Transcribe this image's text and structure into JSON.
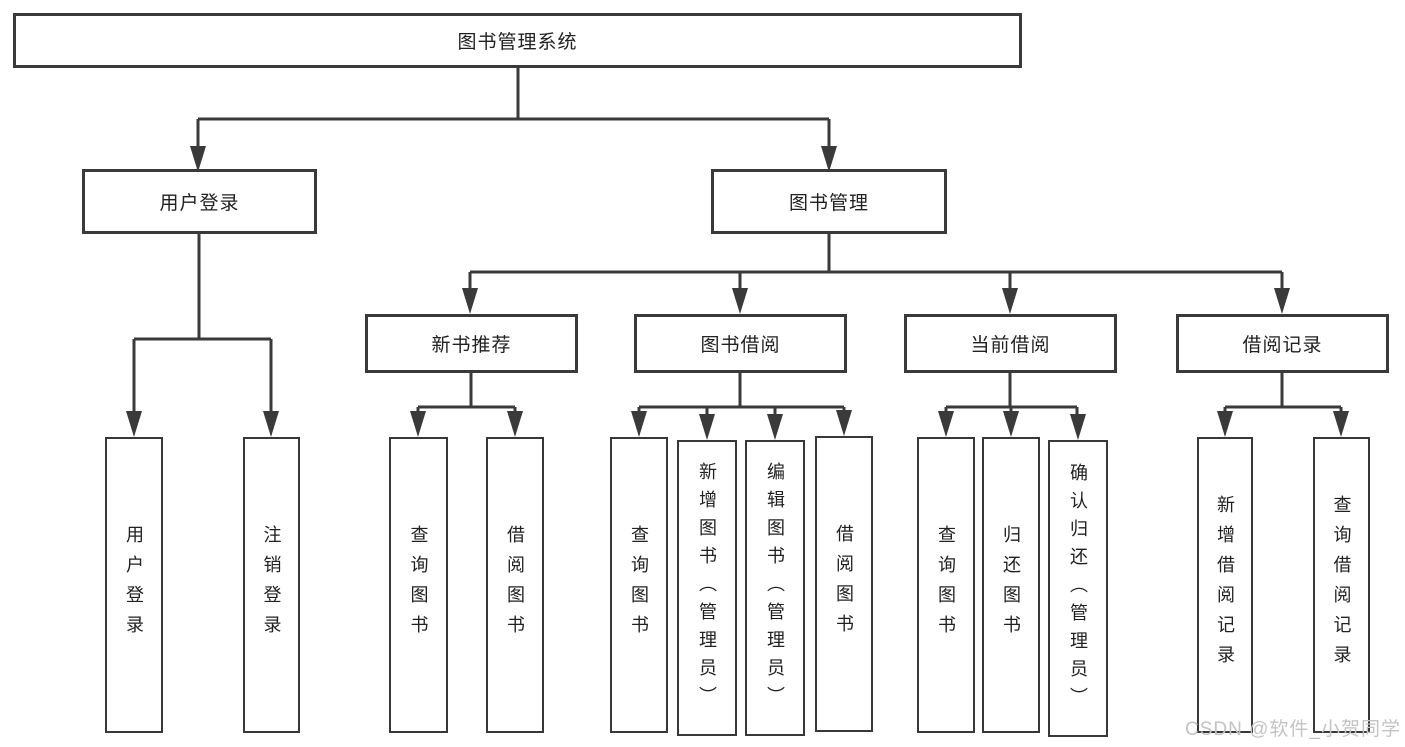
{
  "title": "图书管理系统",
  "level1": {
    "user_login": "用户登录",
    "book_management": "图书管理"
  },
  "categories": [
    "新书推荐",
    "图书借阅",
    "当前借阅",
    "借阅记录"
  ],
  "leaves": {
    "user_login_children": [
      "用户登录",
      "注销登录"
    ],
    "new_book_children": [
      "查询图书",
      "借阅图书"
    ],
    "book_borrow_children": [
      "查询图书",
      "新增图书（管理员）",
      "编辑图书（管理员）",
      "借阅图书"
    ],
    "current_borrow_children": [
      "查询图书",
      "归还图书",
      "确认归还（管理员）"
    ],
    "records_children": [
      "新增借阅记录",
      "查询借阅记录"
    ]
  },
  "watermark": "CSDN @软件_小贺同学",
  "colors": {
    "line": "#3a3a3a",
    "text": "#212121",
    "watermark": "#c3c3c3",
    "background": "#ffffff"
  }
}
